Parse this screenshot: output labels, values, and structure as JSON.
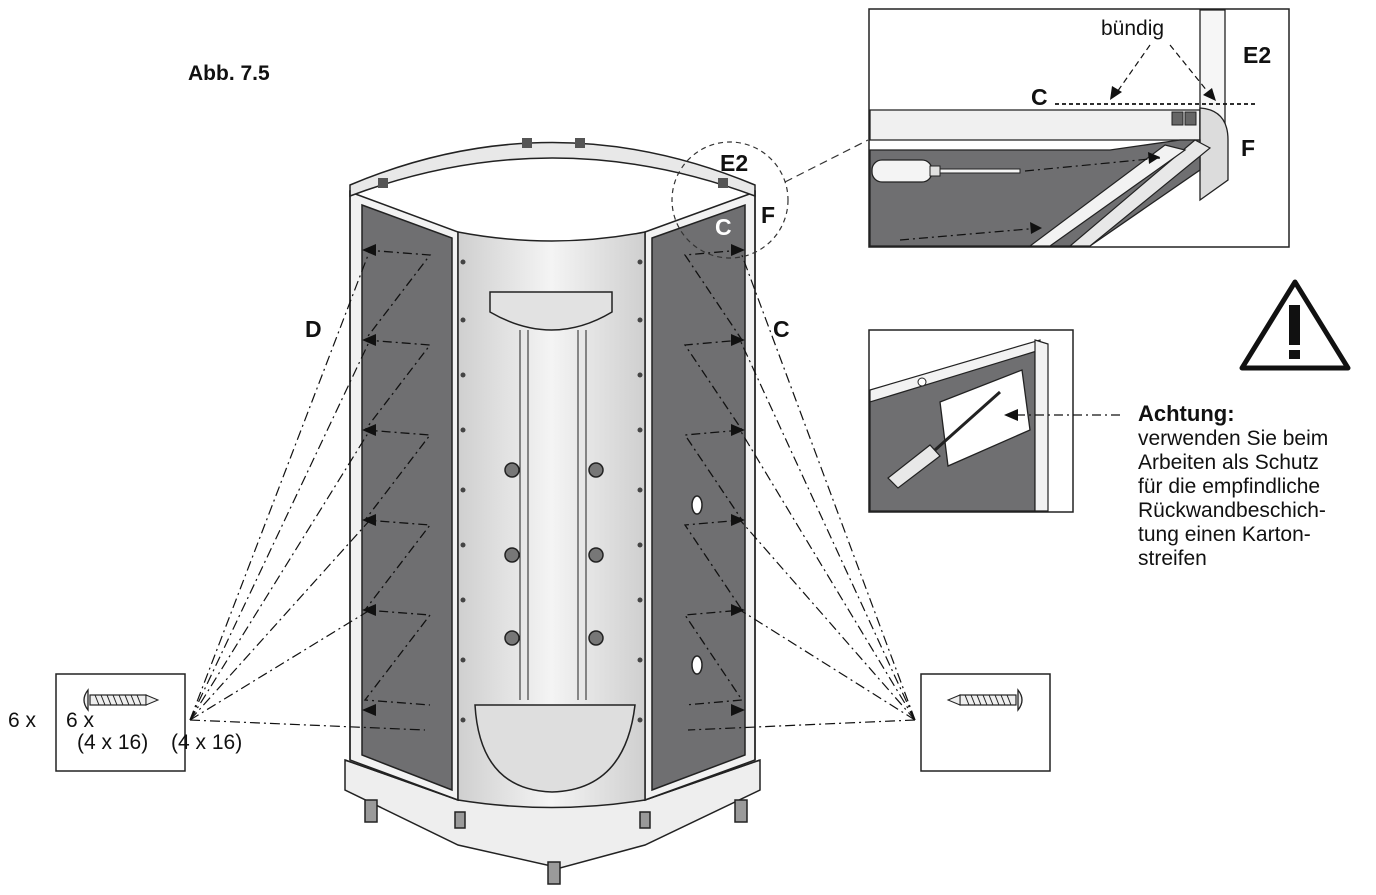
{
  "figure": {
    "label": "Abb. 7.5"
  },
  "parts": {
    "e2": "E2",
    "c": "C",
    "f": "F",
    "d": "D"
  },
  "detail": {
    "flush_label": "bündig"
  },
  "screws": {
    "left": {
      "count": "6 x",
      "size": "(4 x 16)"
    },
    "right": {
      "count": "6 x",
      "size": "(4 x 16)"
    }
  },
  "warning": {
    "title": "Achtung:",
    "lines": [
      "verwenden Sie beim",
      "Arbeiten als Schutz",
      "für die empfindliche",
      "Rückwandbeschich-",
      "tung einen Karton-",
      "streifen"
    ]
  },
  "colors": {
    "panel_gray": "#6f6f71",
    "line": "#222222",
    "frame": "#f2f2f2"
  },
  "icons": [
    "warning-triangle-icon",
    "screw-icon",
    "screwdriver-icon"
  ]
}
